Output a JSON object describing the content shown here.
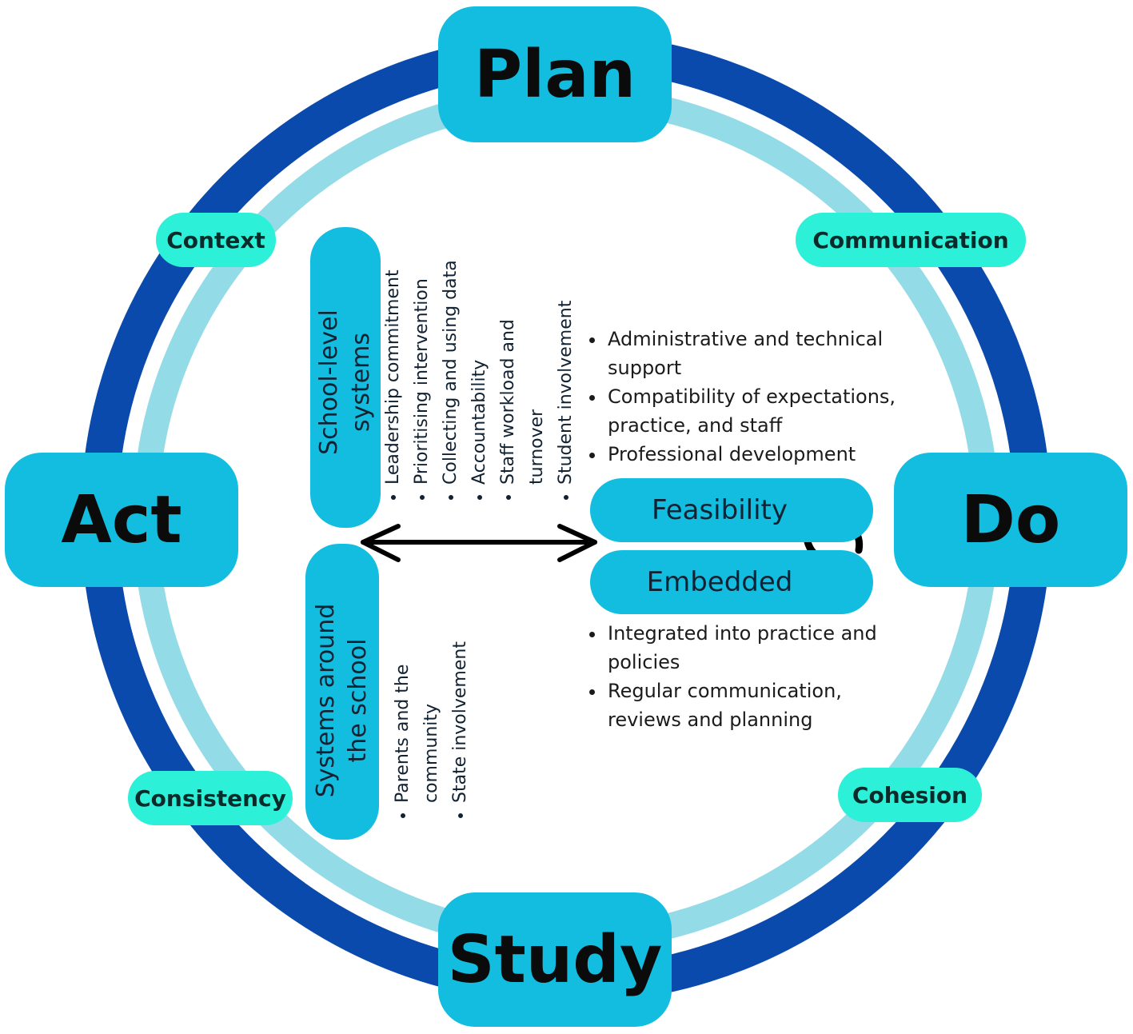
{
  "stages": {
    "plan": "Plan",
    "do": "Do",
    "study": "Study",
    "act": "Act"
  },
  "qualities": {
    "context": "Context",
    "communication": "Communication",
    "consistency": "Consistency",
    "cohesion": "Cohesion"
  },
  "school_level": {
    "title_line1": "School-level",
    "title_line2": "systems",
    "items": [
      "Leadership commitment",
      "Prioritising intervention",
      "Collecting and using data",
      "Accountability",
      "Staff workload and",
      "turnover",
      "Student involvement"
    ]
  },
  "around_school": {
    "title_line1": "Systems around",
    "title_line2": "the school",
    "items": [
      "Parents and the",
      "community",
      "State involvement"
    ]
  },
  "feasibility": {
    "label": "Feasibility",
    "items": [
      "Administrative and technical",
      "support",
      "Compatibility of expectations,",
      "practice, and staff",
      "Professional development"
    ]
  },
  "embedded": {
    "label": "Embedded",
    "items": [
      "Integrated into practice and",
      "policies",
      "Regular communication,",
      "reviews and planning"
    ]
  },
  "colors": {
    "outer_ring": "#0b4aad",
    "inner_ring": "#93dbe6",
    "stage_fill": "#12bde0",
    "quality_fill": "#2df0d9"
  }
}
